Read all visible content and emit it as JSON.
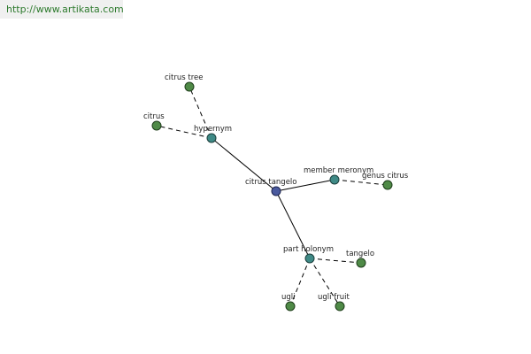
{
  "source": {
    "url_text": "http://www.artikata.com"
  },
  "graph": {
    "center": "citrus tangelo",
    "relations": [
      "hypernym",
      "member meronym",
      "part holonym"
    ],
    "leaves": [
      "citrus tree",
      "citrus",
      "genus citrus",
      "tangelo",
      "ugli",
      "ugli fruit"
    ]
  },
  "colors": {
    "leaf": "#4f8a47",
    "relation": "#3f8a86",
    "center": "#4a5a9e",
    "link_text": "#2d7a2d"
  }
}
